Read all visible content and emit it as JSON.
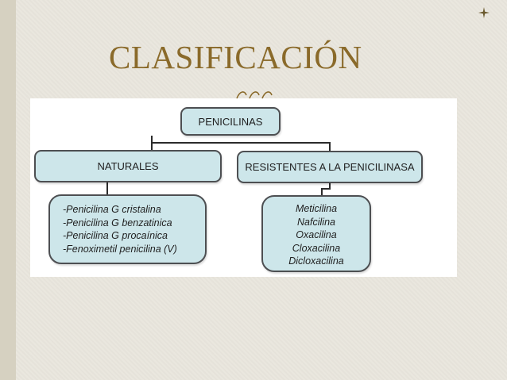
{
  "slide": {
    "title": "CLASIFICACIÓN"
  },
  "diagram": {
    "root": "PENICILINAS",
    "branches": [
      {
        "label": "NATURALES",
        "items": [
          "-Penicilina G cristalina",
          "-Penicilina G benzatinica",
          "-Penicilina G procaínica",
          "-Fenoximetil penicilina (V)"
        ]
      },
      {
        "label": "RESISTENTES A LA PENICILINASA",
        "items": [
          "Meticilina",
          "Nafcilina",
          "Oxacilina",
          "Cloxacilina",
          "Dicloxacilina"
        ]
      }
    ]
  },
  "colors": {
    "title": "#8a6a2a",
    "node_fill": "#cde6ea",
    "node_border": "#4d4f52",
    "background": "#eae7de"
  }
}
